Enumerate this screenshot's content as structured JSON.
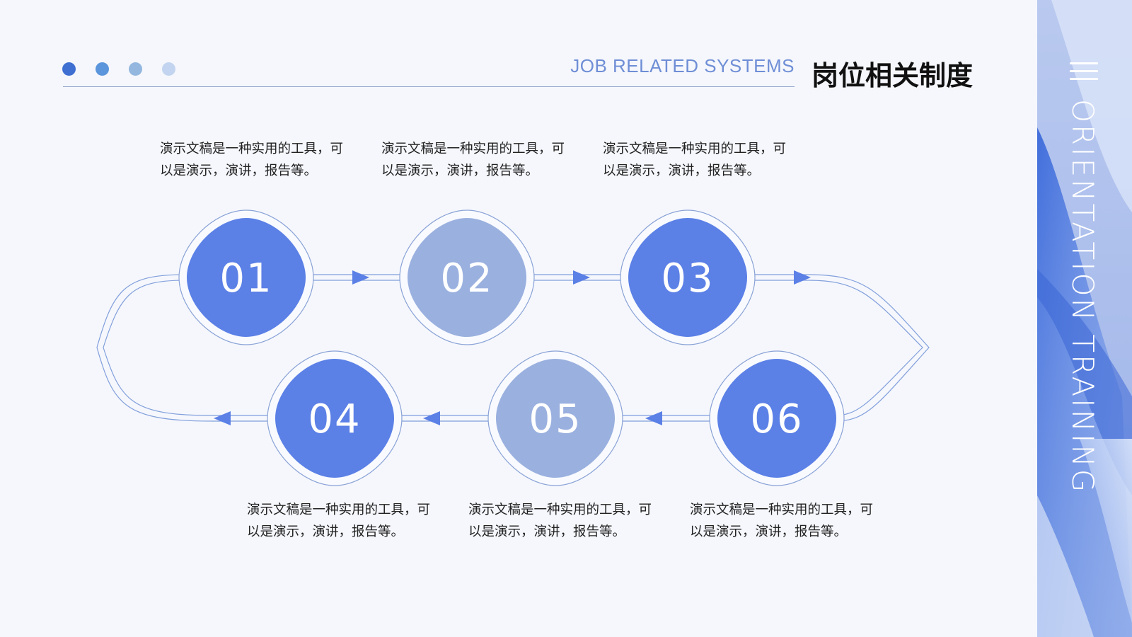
{
  "header": {
    "subtitle": "JOB RELATED SYSTEMS",
    "title": "岗位相关制度",
    "dot_colors": [
      "#3f6fd1",
      "#5b95db",
      "#93b7de",
      "#c2d4ef"
    ]
  },
  "side": {
    "text": "ORIENTATION TRAINING",
    "icon": "menu-icon"
  },
  "colors": {
    "dark_node": "#5b80e6",
    "light_node": "#9ab0df",
    "line": "#6d8fd6",
    "arrow": "#5b80e6"
  },
  "steps": [
    {
      "number": "01",
      "text": "演示文稿是一种实用的工具，可以是演示，演讲，报告等。",
      "tone": "dark"
    },
    {
      "number": "02",
      "text": "演示文稿是一种实用的工具，可以是演示，演讲，报告等。",
      "tone": "light"
    },
    {
      "number": "03",
      "text": "演示文稿是一种实用的工具，可以是演示，演讲，报告等。",
      "tone": "dark"
    },
    {
      "number": "04",
      "text": "演示文稿是一种实用的工具，可以是演示，演讲，报告等。",
      "tone": "dark"
    },
    {
      "number": "05",
      "text": "演示文稿是一种实用的工具，可以是演示，演讲，报告等。",
      "tone": "light"
    },
    {
      "number": "06",
      "text": "演示文稿是一种实用的工具，可以是演示，演讲，报告等。",
      "tone": "dark"
    }
  ]
}
